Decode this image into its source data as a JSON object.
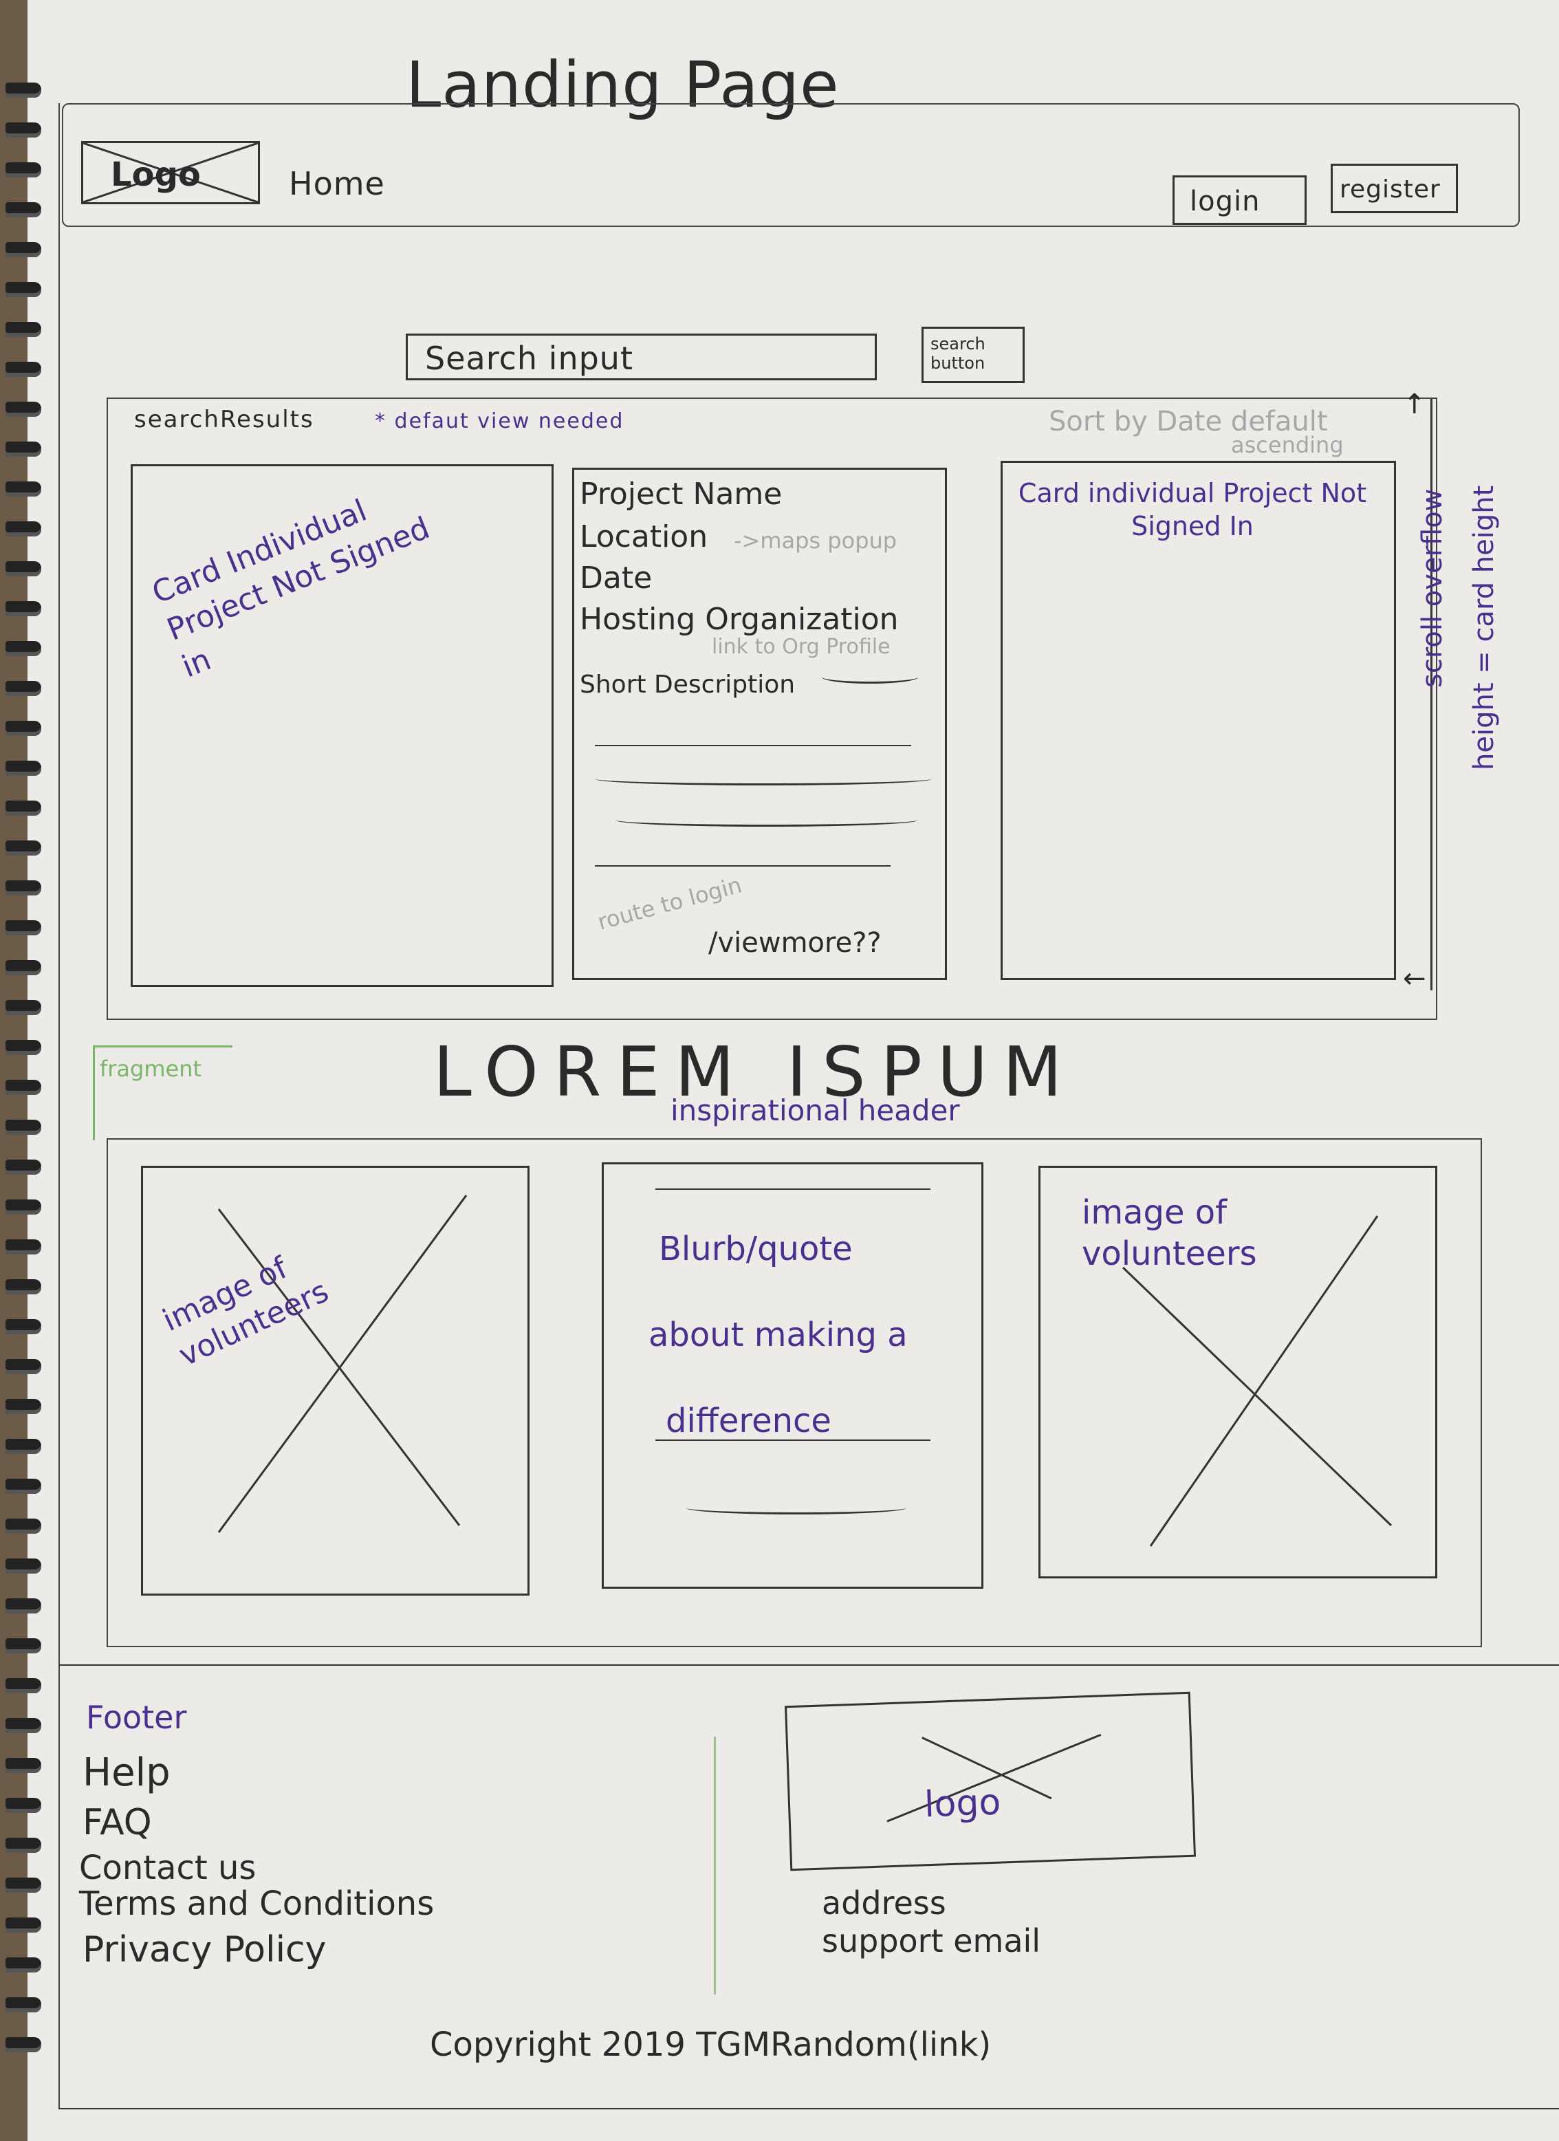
{
  "page_title": "Landing Page",
  "header": {
    "logo_label": "Logo",
    "nav_home": "Home",
    "login_label": "login",
    "register_label": "register"
  },
  "search": {
    "input_label": "Search input",
    "button_label": "search button"
  },
  "results": {
    "title": "searchResults",
    "note": "* defaut view needed",
    "sort_label": "Sort by Date default",
    "sort_sub": "ascending",
    "side_note_1": "scroll overflow",
    "side_note_2": "height = card height",
    "cards": [
      {
        "note": "Card Individual Project Not Signed in"
      },
      {
        "project_name": "Project Name",
        "location": "Location",
        "location_note": "->maps popup",
        "date": "Date",
        "hosting_org": "Hosting Organization",
        "hosting_note": "link to Org Profile",
        "short_desc": "Short Description",
        "route_note": "route to login",
        "view_more": "/viewmore??"
      },
      {
        "note": "Card individual Project Not Signed In"
      }
    ]
  },
  "fragment_label": "fragment",
  "inspiration": {
    "header": "LOREM ISPUM",
    "sub": "inspirational header",
    "image_left": "image of volunteers",
    "blurb": [
      "Blurb/quote",
      "about making a",
      "difference"
    ],
    "image_right": "image of volunteers"
  },
  "footer": {
    "title": "Footer",
    "links": [
      "Help",
      "FAQ",
      "Contact us",
      "Terms and Conditions",
      "Privacy Policy"
    ],
    "logo_label": "logo",
    "address": "address",
    "support": "support email",
    "copyright": "Copyright 2019 TGMRandom(link)"
  }
}
